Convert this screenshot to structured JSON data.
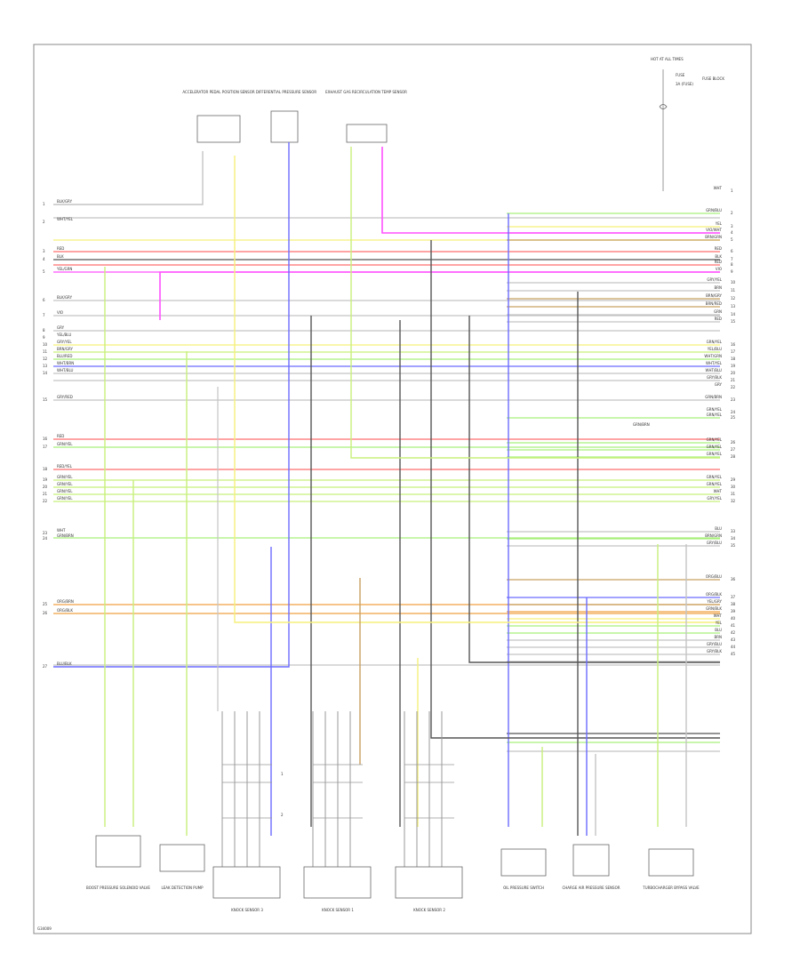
{
  "diagram": {
    "code": "G34009",
    "fuse_note": [
      "HOT AT ALL TIMES",
      "FUSE",
      "3A (FUSE)",
      "FUSE BLOCK"
    ],
    "components_top": [
      {
        "name": "ACCELERATOR PEDAL POSITION SENSOR"
      },
      {
        "name": "DIFFERENTIAL PRESSURE SENSOR"
      },
      {
        "name": "EXHAUST GAS RECIRCULATION TEMP SENSOR"
      }
    ],
    "components_bottom": [
      {
        "name": "BOOST PRESSURE SOLENOID VALVE"
      },
      {
        "name": "LEAK DETECTION PUMP"
      },
      {
        "name": "KNOCK SENSOR 3"
      },
      {
        "name": "KNOCK SENSOR 1"
      },
      {
        "name": "KNOCK SENSOR 2"
      },
      {
        "name": "OIL PRESSURE SWITCH"
      },
      {
        "name": "CHARGE AIR PRESSURE SENSOR"
      },
      {
        "name": "TURBOCHARGER BYPASS VALVE"
      }
    ],
    "left_wires": [
      {
        "label": "BLK/GRY",
        "pin": "1"
      },
      {
        "label": "WHT/YEL",
        "pin": "2"
      },
      {
        "label": "RED",
        "pin": "3"
      },
      {
        "label": "BLK",
        "pin": "4"
      },
      {
        "label": "YEL/GRN",
        "pin": "5"
      },
      {
        "label": "BLK/GRY",
        "pin": "6"
      },
      {
        "label": "VIO",
        "pin": "7"
      },
      {
        "label": "GRY",
        "pin": "8"
      },
      {
        "label": "YEL/BLU",
        "pin": "9"
      },
      {
        "label": "GRY/YEL",
        "pin": "10"
      },
      {
        "label": "BRN/GRY",
        "pin": "11"
      },
      {
        "label": "BLU/RED",
        "pin": "12"
      },
      {
        "label": "WHT/BRN",
        "pin": "13"
      },
      {
        "label": "WHT/BLU",
        "pin": "14"
      },
      {
        "label": "GRY/RED",
        "pin": "15"
      },
      {
        "label": "RED",
        "pin": "16"
      },
      {
        "label": "GRN/YEL",
        "pin": "17"
      },
      {
        "label": "RED/YEL",
        "pin": "18"
      },
      {
        "label": "GRN/YEL",
        "pin": "19"
      },
      {
        "label": "GRN/YEL",
        "pin": "20"
      },
      {
        "label": "GRN/YEL",
        "pin": "21"
      },
      {
        "label": "GRN/YEL",
        "pin": "22"
      },
      {
        "label": "WHT",
        "pin": "23"
      },
      {
        "label": "GRN/BRN",
        "pin": "24"
      },
      {
        "label": "ORG/BRN",
        "pin": "25"
      },
      {
        "label": "ORG/BLK",
        "pin": "26"
      },
      {
        "label": "BLU/BLK",
        "pin": "27"
      }
    ],
    "right_wires": [
      {
        "label": "WHT",
        "pin": "1"
      },
      {
        "label": "GRN/BLU",
        "pin": "2"
      },
      {
        "label": "YEL",
        "pin": "3"
      },
      {
        "label": "VIO/WHT",
        "pin": "4"
      },
      {
        "label": "BRN/GRN",
        "pin": "5"
      },
      {
        "label": "RED",
        "pin": "6"
      },
      {
        "label": "BLK",
        "pin": "7"
      },
      {
        "label": "RED",
        "pin": "8"
      },
      {
        "label": "VIO",
        "pin": "9"
      },
      {
        "label": "GRY/YEL",
        "pin": "10"
      },
      {
        "label": "BRN",
        "pin": "11"
      },
      {
        "label": "BRN/GRY",
        "pin": "12"
      },
      {
        "label": "BRN/RED",
        "pin": "13"
      },
      {
        "label": "GRN",
        "pin": "14"
      },
      {
        "label": "RED",
        "pin": "15"
      },
      {
        "label": "GRN/YEL",
        "pin": "16"
      },
      {
        "label": "YEL/BLU",
        "pin": "17"
      },
      {
        "label": "WHT/GRN",
        "pin": "18"
      },
      {
        "label": "WHT/YEL",
        "pin": "19"
      },
      {
        "label": "WHT/BLU",
        "pin": "20"
      },
      {
        "label": "GRY/BLK",
        "pin": "21"
      },
      {
        "label": "GRY",
        "pin": "22"
      },
      {
        "label": "GRN/BRN",
        "pin": "23"
      },
      {
        "label": "GRN/YEL",
        "pin": "24"
      },
      {
        "label": "GRN/YEL",
        "pin": "25"
      },
      {
        "label": "GRN/YEL",
        "pin": "26"
      },
      {
        "label": "GRN/YEL",
        "pin": "27"
      },
      {
        "label": "GRN/YEL",
        "pin": "28"
      },
      {
        "label": "GRN/YEL",
        "pin": "29"
      },
      {
        "label": "GRN/YEL",
        "pin": "30"
      },
      {
        "label": "WHT",
        "pin": "31"
      },
      {
        "label": "GRY/YEL",
        "pin": "32"
      },
      {
        "label": "BLU",
        "pin": "33"
      },
      {
        "label": "BRN/GRN",
        "pin": "34"
      },
      {
        "label": "GRY/BLU",
        "pin": "35"
      },
      {
        "label": "ORG/BLU",
        "pin": "36"
      },
      {
        "label": "ORG/BLK",
        "pin": "37"
      },
      {
        "label": "YEL/GRY",
        "pin": "38"
      },
      {
        "label": "GRN/BLK",
        "pin": "39"
      },
      {
        "label": "WHT",
        "pin": "40"
      },
      {
        "label": "YEL",
        "pin": "41"
      },
      {
        "label": "BLU",
        "pin": "42"
      },
      {
        "label": "BRN",
        "pin": "43"
      },
      {
        "label": "GRY/BLU",
        "pin": "44"
      },
      {
        "label": "GRY/BLK",
        "pin": "45"
      }
    ],
    "splice_label": "GRN/BRN",
    "side_markers": [
      "1",
      "2"
    ]
  }
}
